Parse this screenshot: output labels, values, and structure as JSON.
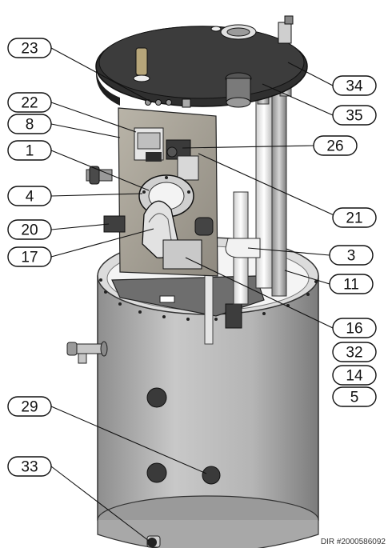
{
  "diagram": {
    "doc_id": "DIR #2000586092",
    "callouts": [
      {
        "label": "23"
      },
      {
        "label": "22"
      },
      {
        "label": "8"
      },
      {
        "label": "1"
      },
      {
        "label": "4"
      },
      {
        "label": "20"
      },
      {
        "label": "17"
      },
      {
        "label": "34"
      },
      {
        "label": "35"
      },
      {
        "label": "26"
      },
      {
        "label": "21"
      },
      {
        "label": "3"
      },
      {
        "label": "11"
      },
      {
        "label": "16"
      },
      {
        "label": "32"
      },
      {
        "label": "14"
      },
      {
        "label": "5"
      },
      {
        "label": "29"
      },
      {
        "label": "33"
      }
    ]
  }
}
